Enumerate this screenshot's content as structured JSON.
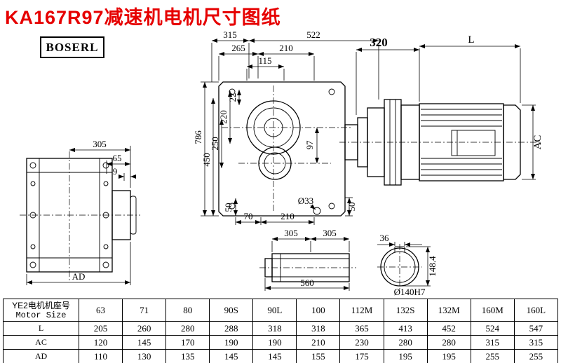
{
  "title": "KA167R97减速机电机尺寸图纸",
  "brand": "BOSERL",
  "accent_color": "#e60000",
  "dims": {
    "lv_305": "305",
    "lv_65": "65",
    "lv_9": "9",
    "lv_AD": "AD",
    "mv_315": "315",
    "mv_522": "522",
    "mv_265": "265",
    "mv_210": "210",
    "mv_115": "115",
    "mv_786": "786",
    "mv_450": "450",
    "mv_250": "250",
    "mv_220": "220",
    "mv_22": "22",
    "mv_97": "97",
    "mv_50l": "50",
    "mv_70": "70",
    "mv_b210": "210",
    "mv_d33": "Ø33",
    "mv_50r": "50",
    "mo_320": "320",
    "mo_L": "L",
    "mo_AC": "AC",
    "sh_305a": "305",
    "sh_305b": "305",
    "sh_560": "560",
    "ci_36": "36",
    "ci_1484": "148.4",
    "ci_140": "Ø140H7"
  },
  "table": {
    "header_line1": "YE2电机机座号",
    "header_line2": "Motor Size",
    "sizes": [
      "63",
      "71",
      "80",
      "90S",
      "90L",
      "100",
      "112M",
      "132S",
      "132M",
      "160M",
      "160L"
    ],
    "rows": [
      {
        "label": "L",
        "values": [
          "205",
          "260",
          "280",
          "288",
          "318",
          "318",
          "365",
          "413",
          "452",
          "524",
          "547"
        ]
      },
      {
        "label": "AC",
        "values": [
          "120",
          "145",
          "170",
          "190",
          "190",
          "210",
          "230",
          "280",
          "280",
          "315",
          "315"
        ]
      },
      {
        "label": "AD",
        "values": [
          "110",
          "130",
          "135",
          "145",
          "145",
          "155",
          "175",
          "195",
          "195",
          "255",
          "255"
        ]
      }
    ]
  }
}
